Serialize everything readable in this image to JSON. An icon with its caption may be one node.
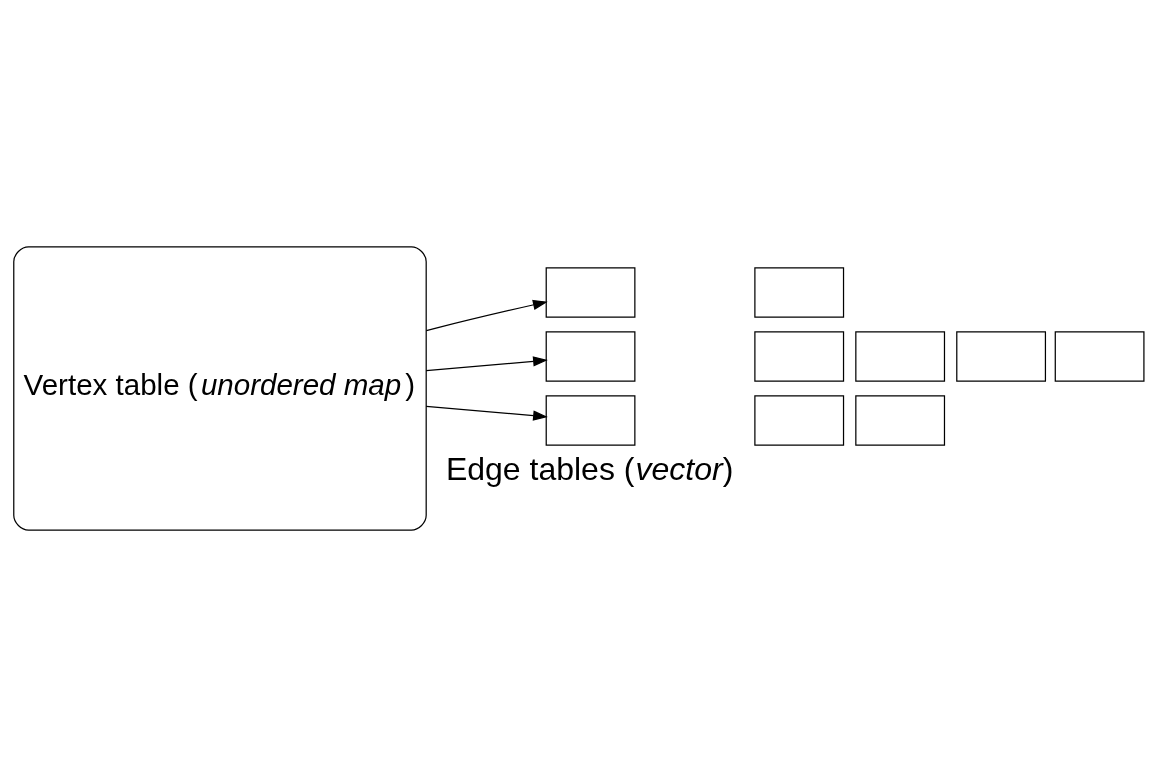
{
  "diagram": {
    "nodes": [
      {
        "text": [
          "Vertex table (*unordered map*)"
        ]
      },
      {
        "text": [],
        "shape": "box"
      },
      {
        "text": [],
        "shape": "box"
      },
      {
        "text": [],
        "shape": "box"
      },
      {
        "text": [],
        "shape": "box"
      },
      {
        "text": [],
        "shape": "box"
      },
      {
        "text": [],
        "shape": "box"
      },
      {
        "text": [],
        "shape": "box"
      },
      {
        "text": [],
        "shape": "box"
      },
      {
        "text": [],
        "shape": "box"
      },
      {
        "text": [],
        "shape": "box"
      }
    ],
    "edges": [
      {
        "from": 0,
        "to": 1,
        "arrow": "to"
      },
      {
        "from": 0,
        "to": 3,
        "arrow": "to"
      },
      {
        "from": 0,
        "to": 8,
        "arrow": "to"
      }
    ],
    "labels": [
      "Edge tables (*vector*)"
    ]
  }
}
